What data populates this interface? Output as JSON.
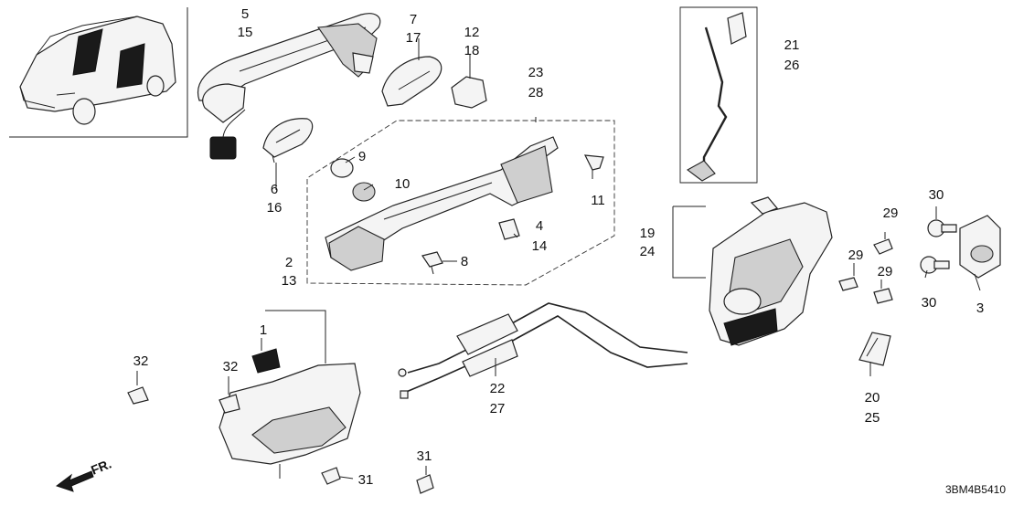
{
  "diagram_code": "3BM4B5410",
  "direction_label": "FR.",
  "labels": [
    {
      "id": "5-15",
      "lines": [
        "5",
        "15"
      ]
    },
    {
      "id": "7-17",
      "lines": [
        "7",
        "17"
      ]
    },
    {
      "id": "12-18",
      "lines": [
        "12",
        "18"
      ]
    },
    {
      "id": "23-28",
      "lines": [
        "23",
        "28"
      ]
    },
    {
      "id": "21-26",
      "lines": [
        "21",
        "26"
      ]
    },
    {
      "id": "6-16",
      "lines": [
        "6",
        "16"
      ]
    },
    {
      "id": "9",
      "lines": [
        "9"
      ]
    },
    {
      "id": "10",
      "lines": [
        "10"
      ]
    },
    {
      "id": "11",
      "lines": [
        "11"
      ]
    },
    {
      "id": "4-14",
      "lines": [
        "4",
        "14"
      ]
    },
    {
      "id": "8",
      "lines": [
        "8"
      ]
    },
    {
      "id": "2-13",
      "lines": [
        "2",
        "13"
      ]
    },
    {
      "id": "1",
      "lines": [
        "1"
      ]
    },
    {
      "id": "19-24",
      "lines": [
        "19",
        "24"
      ]
    },
    {
      "id": "29a",
      "lines": [
        "29"
      ]
    },
    {
      "id": "30a",
      "lines": [
        "30"
      ]
    },
    {
      "id": "29b",
      "lines": [
        "29"
      ]
    },
    {
      "id": "29c",
      "lines": [
        "29"
      ]
    },
    {
      "id": "30b",
      "lines": [
        "30"
      ]
    },
    {
      "id": "3",
      "lines": [
        "3"
      ]
    },
    {
      "id": "32a",
      "lines": [
        "32"
      ]
    },
    {
      "id": "32b",
      "lines": [
        "32"
      ]
    },
    {
      "id": "22-27",
      "lines": [
        "22",
        "27"
      ]
    },
    {
      "id": "20-25",
      "lines": [
        "20",
        "25"
      ]
    },
    {
      "id": "31a",
      "lines": [
        "31"
      ]
    },
    {
      "id": "31b",
      "lines": [
        "31"
      ]
    }
  ]
}
